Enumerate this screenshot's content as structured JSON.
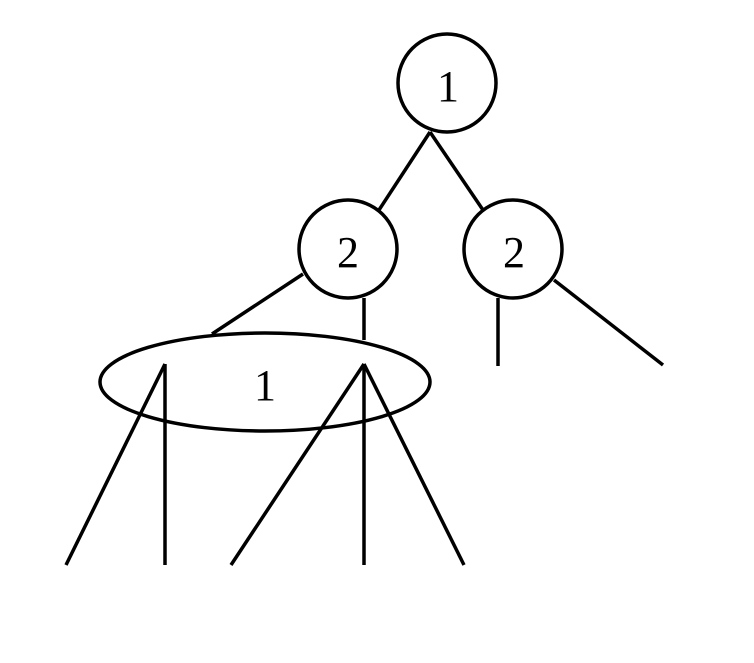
{
  "diagram": {
    "stroke_color": "#000000",
    "background_color": "#ffffff",
    "nodes": {
      "root": {
        "label": "1"
      },
      "left_child": {
        "label": "2"
      },
      "right_child": {
        "label": "2"
      },
      "merged_node": {
        "label": "1"
      }
    }
  }
}
